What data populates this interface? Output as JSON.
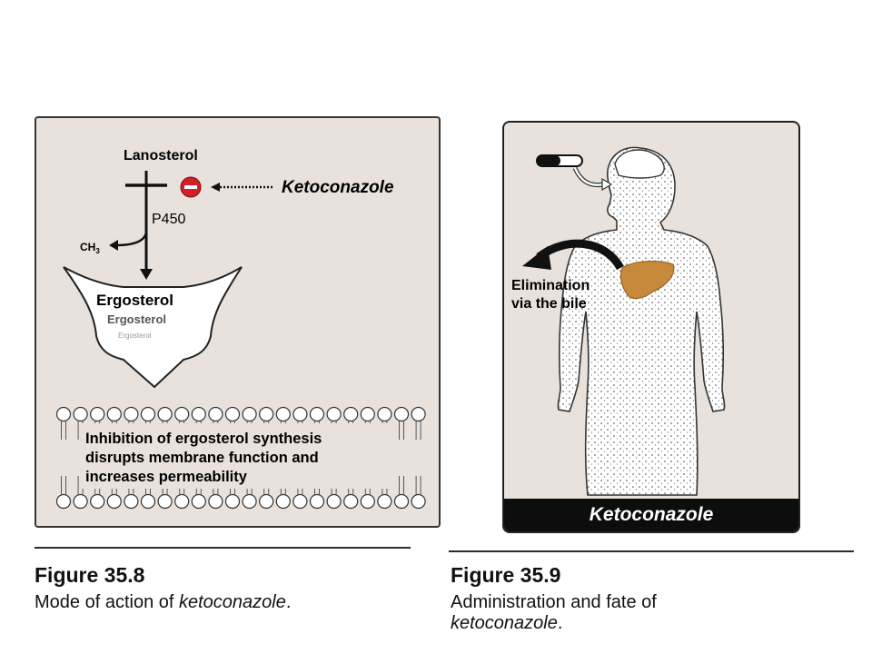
{
  "left_figure": {
    "lanosterol": "Lanosterol",
    "ketoconazole": "Ketoconazole",
    "p450": "P450",
    "ch3_main": "CH",
    "ch3_sub": "3",
    "ergosterol_1": "Ergosterol",
    "ergosterol_2": "Ergosterol",
    "ergosterol_3": "Ergosterol",
    "membrane_text_1": "Inhibition of ergosterol synthesis",
    "membrane_text_2": "disrupts membrane function and",
    "membrane_text_3": "increases permeability"
  },
  "right_figure": {
    "elimination_1": "Elimination",
    "elimination_2": "via the bile",
    "footer_label": "Ketoconazole"
  },
  "captions": {
    "fig1_number": "Figure 35.8",
    "fig1_text": "Mode of action of ",
    "fig1_italic": "ketoconazole",
    "fig1_end": ".",
    "fig2_number": "Figure 35.9",
    "fig2_text": "Administration and fate of",
    "fig2_italic": "ketoconazole",
    "fig2_end": "."
  },
  "colors": {
    "panel_bg": "#e9e2dc",
    "inhibit_red": "#d0202a",
    "liver": "#c9893a",
    "footer_bg": "#0d0d0d"
  }
}
